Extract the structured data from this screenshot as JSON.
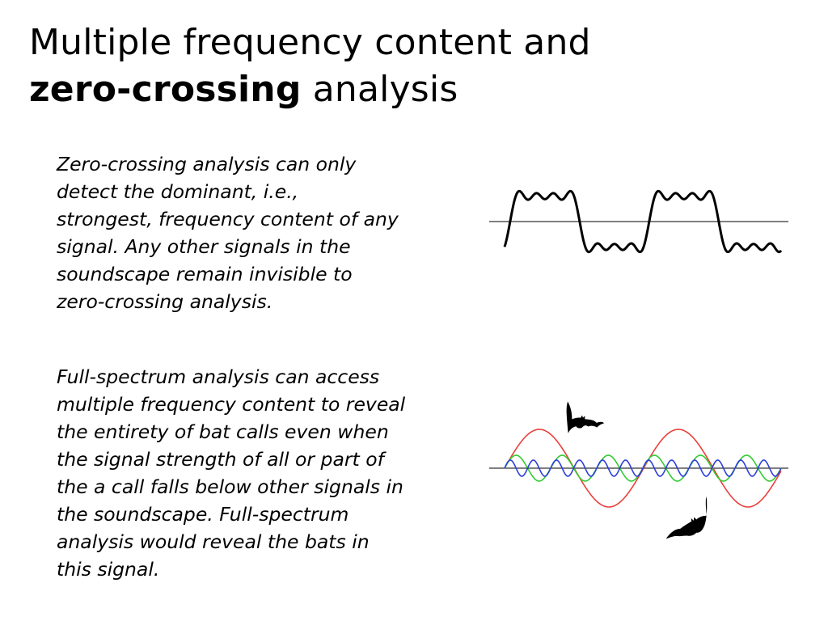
{
  "slide": {
    "title_line1": "Multiple frequency content and",
    "title_bold": "zero-crossing",
    "title_rest": " analysis",
    "paragraph1": "Zero-crossing analysis can only\ndetect the dominant, i.e.,\nstrongest, frequency content of any\nsignal. Any other signals in the\nsoundscape remain invisible to\nzero-crossing analysis.",
    "paragraph2": "Full-spectrum analysis can access\nmultiple frequency content to reveal\nthe entirety of bat calls even when\nthe signal strength of all or part of\nthe a call falls below other signals in\nthe soundscape. Full-spectrum\nanalysis would reveal the bats in\nthis signal."
  },
  "colors": {
    "text": "#000000",
    "waveform": "#000000",
    "axis": "#000000",
    "sine_low": "#e8403a",
    "sine_mid": "#33cc33",
    "sine_high": "#2d3fd8"
  },
  "icons": {
    "bat_top": "bat-silhouette-icon",
    "bat_bottom": "bat-silhouette-icon"
  }
}
